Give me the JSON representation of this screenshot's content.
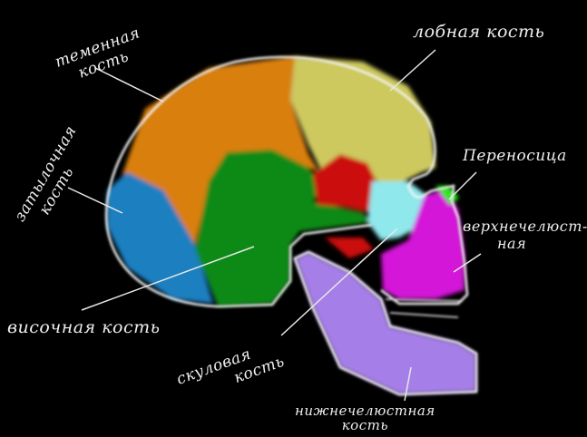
{
  "labels": {
    "parietal": [
      "теменная",
      "кость"
    ],
    "frontal": "лобная кость",
    "nasal": "Переносица",
    "occipital": [
      "затылочная",
      "кость"
    ],
    "maxilla": [
      "верхнечелюст-",
      "ная"
    ],
    "temporal": "височная кость",
    "zygomatic": [
      "скуловая",
      "кость"
    ],
    "mandible": [
      "нижнечелюстная",
      "кость"
    ]
  },
  "colors": {
    "parietal": "#d97f0a",
    "occipital": "#1a7fbf",
    "frontal": "#cdc95f",
    "temporal": "#0e8a16",
    "sphenoid": "#cc0a0a",
    "zygomatic": "#8fe8ec",
    "maxilla": "#d312d8",
    "nasal": "#2ee81c",
    "mandible": "#a57ee8"
  }
}
